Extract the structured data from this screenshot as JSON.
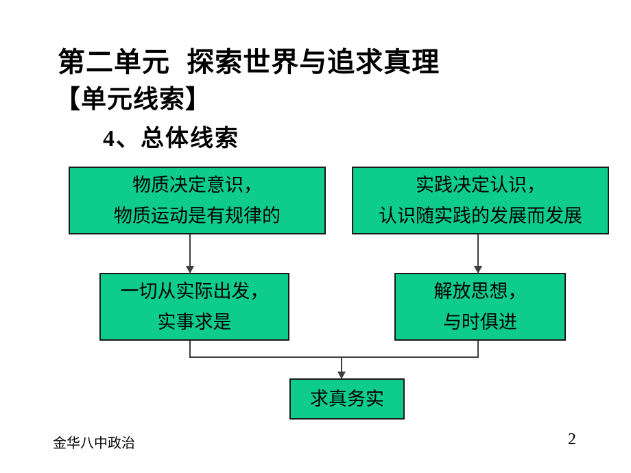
{
  "slide": {
    "title": "第二单元  探索世界与追求真理",
    "section_label": "【单元线索】",
    "subtitle": "4、总体线索"
  },
  "diagram": {
    "boxes": [
      {
        "id": "material-decides-consciousness",
        "lines": [
          "物质决定意识，",
          "物质运动是有规律的"
        ]
      },
      {
        "id": "practice-decides-cognition",
        "lines": [
          "实践决定认识，",
          "认识随实践的发展而发展"
        ]
      },
      {
        "id": "proceed-from-reality",
        "lines": [
          "一切从实际出发，",
          "实事求是"
        ]
      },
      {
        "id": "emancipate-the-mind",
        "lines": [
          "解放思想，",
          "与时俱进"
        ]
      },
      {
        "id": "seek-truth-from-facts",
        "lines": [
          "求真务实"
        ]
      }
    ]
  },
  "footer": {
    "left": "金华八中政治",
    "page_number": "2"
  },
  "colors": {
    "background": "#FFFFFF",
    "box_fill": "#0ECD8C",
    "box_border": "#1A1A1A",
    "connector": "#3D3D3D",
    "text": "#000000"
  }
}
